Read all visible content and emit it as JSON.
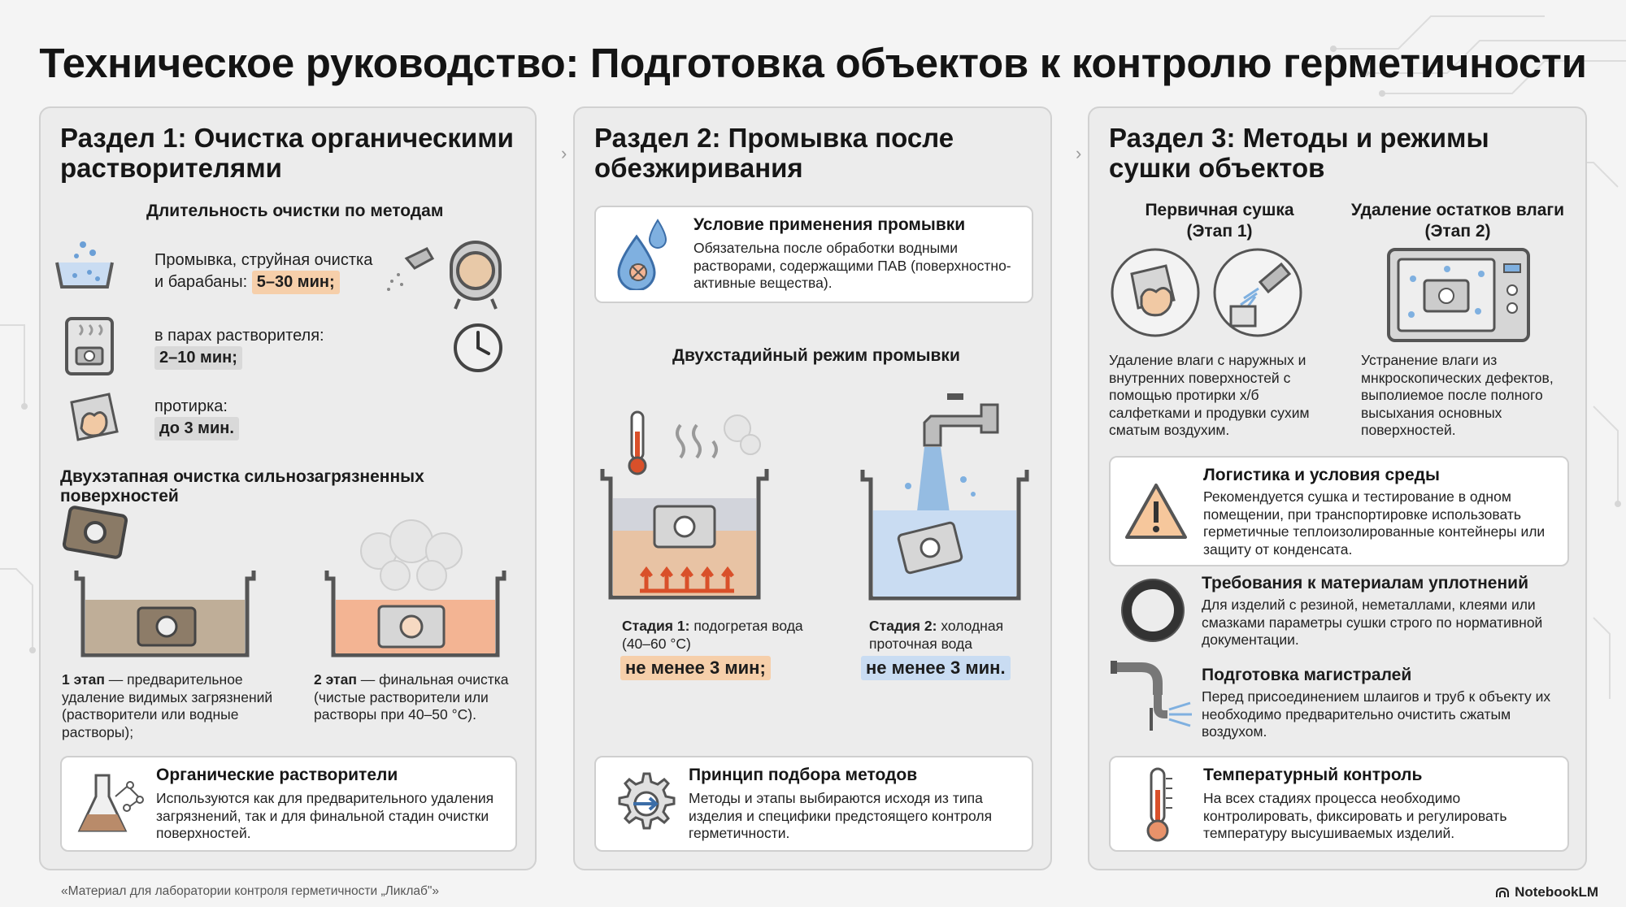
{
  "title": "Техническое руководство: Подготовка объектов к контролю герметичности",
  "section1": {
    "title_line1": "Раздел 1: Очистка органическими",
    "title_line2": "растворителями",
    "durations_heading": "Длительность очистки по методам",
    "method1_line1": "Промывка, струйная очистка",
    "method1_line2_pre": "и барабаны: ",
    "method1_value": "5–30 мин;",
    "method2_line1": "в парах растворителя:",
    "method2_value": "2–10 мин;",
    "method3_line1": "протирка:",
    "method3_value": "до 3 мин.",
    "two_stage_heading": "Двухэтапная очистка сильнозагрязненных поверхностей",
    "stage1_bold": "1 этап",
    "stage1_rest": " — предварительное удаление видимых загрязнений (растворители или водные растворы);",
    "stage2_bold": "2 этап",
    "stage2_rest": " — финальная очистка (чистые растворители или растворы при 40–50 °C).",
    "card_title": "Органические растворители",
    "card_text": "Используются как для предварительного удаления загрязнений, так и для финальной стадин очистки поверхностей."
  },
  "section2": {
    "title_line1": "Раздел 2: Промывка после",
    "title_line2": "обезжиривания",
    "cond_title": "Условие применения промывки",
    "cond_text": "Обязательна после обработки водными растворами, содержащими ПАВ (поверхностно-активные вещества).",
    "mode_heading": "Двухстадийный режим промывки",
    "stage1_bold": "Стадия 1:",
    "stage1_rest": " подогретая вода (40–60 °C)",
    "stage1_value": "не менее 3 мин;",
    "stage2_bold": "Стадия 2:",
    "stage2_rest": " холодная проточная вода",
    "stage2_value": "не менее 3 мин.",
    "card_title": "Принцип подбора методов",
    "card_text": "Методы и этапы выбираются исходя из типа изделия и специфики предстоящего контроля герметичности."
  },
  "section3": {
    "title_line1": "Раздел 3: Методы и режимы",
    "title_line2": "сушки объектов",
    "primary_heading_line1": "Первичная сушка",
    "primary_heading_line2": "(Этап 1)",
    "primary_text": "Удаление влаги с наружных и внутренних поверхностей с помощью протирки х/б салфетками и продувки сухим сматым воздухим.",
    "residual_heading_line1": "Удаление остатков влаги",
    "residual_heading_line2": "(Этап 2)",
    "residual_text": "Устранение влаги из мнкроскопических дефектов, выполиемое после полного высыхания основных поверхностей.",
    "logistics_title": "Логистика и условия среды",
    "logistics_text": "Рекомендуется сушка и тестирование в одном помещении, при транспортировке использовать герметичные теплоизолированные контейнеры или защиту от конденсата.",
    "seal_title": "Требования к материалам уплотнений",
    "seal_text": "Для изделий с резиной, неметаллами, клеями или смазками параметры сушки строго по нормативной документации.",
    "lines_title": "Подготовка магистралей",
    "lines_text": "Перед присоединением шлаигов и труб к объекту их необходимо предварительно очистить сжатым воздухом.",
    "temp_title": "Температурный контроль",
    "temp_text": "На всех стадиях процесса необходимо контролировать, фиксировать и регулировать температуру высушиваемых изделий."
  },
  "footer": {
    "source": "«Материал для лаборатории контроля герметичности „Ликлаб\"»",
    "brand": "NotebookLM"
  },
  "colors": {
    "orange": "#f6cfaa",
    "gray_highlight": "#d9d9d9",
    "blue": "#c9dcf2",
    "panel": "#ececec"
  }
}
